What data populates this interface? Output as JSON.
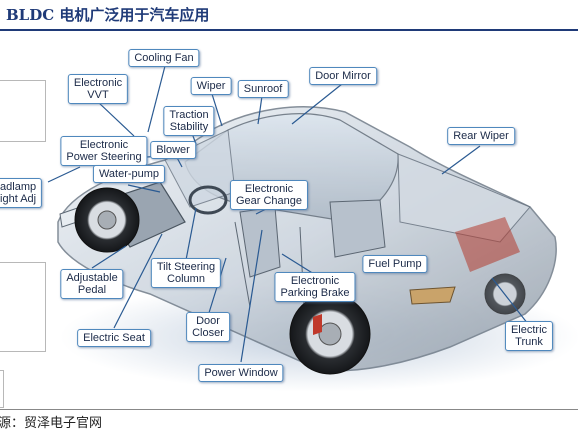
{
  "header": {
    "title": "BLDC 电机广泛用于汽车应用"
  },
  "footer": {
    "source": "源：贸泽电子官网"
  },
  "colors": {
    "accent": "#1f3a78",
    "callout_border": "#4f88bd",
    "leader": "#2a5a92"
  },
  "labels": {
    "cooling_fan": "Cooling Fan",
    "electronic_vvt": "Electronic\nVVT",
    "wiper": "Wiper",
    "sunroof": "Sunroof",
    "door_mirror": "Door Mirror",
    "traction_stability": "Traction\nStability",
    "rear_wiper": "Rear Wiper",
    "electronic_power_steering": "Electronic\nPower Steering",
    "blower": "Blower",
    "headlamp_height_adj": "eadlamp\neight Adj",
    "water_pump": "Water-pump",
    "electronic_gear_change": "Electronic\nGear Change",
    "tilt_steering_column": "Tilt Steering\nColumn",
    "fuel_pump": "Fuel Pump",
    "adjustable_pedal": "Adjustable\nPedal",
    "electronic_parking_brake": "Electronic\nParking Brake",
    "electric_seat": "Electric Seat",
    "door_closer": "Door\nCloser",
    "electric_trunk": "Electric\nTrunk",
    "power_window": "Power Window"
  }
}
